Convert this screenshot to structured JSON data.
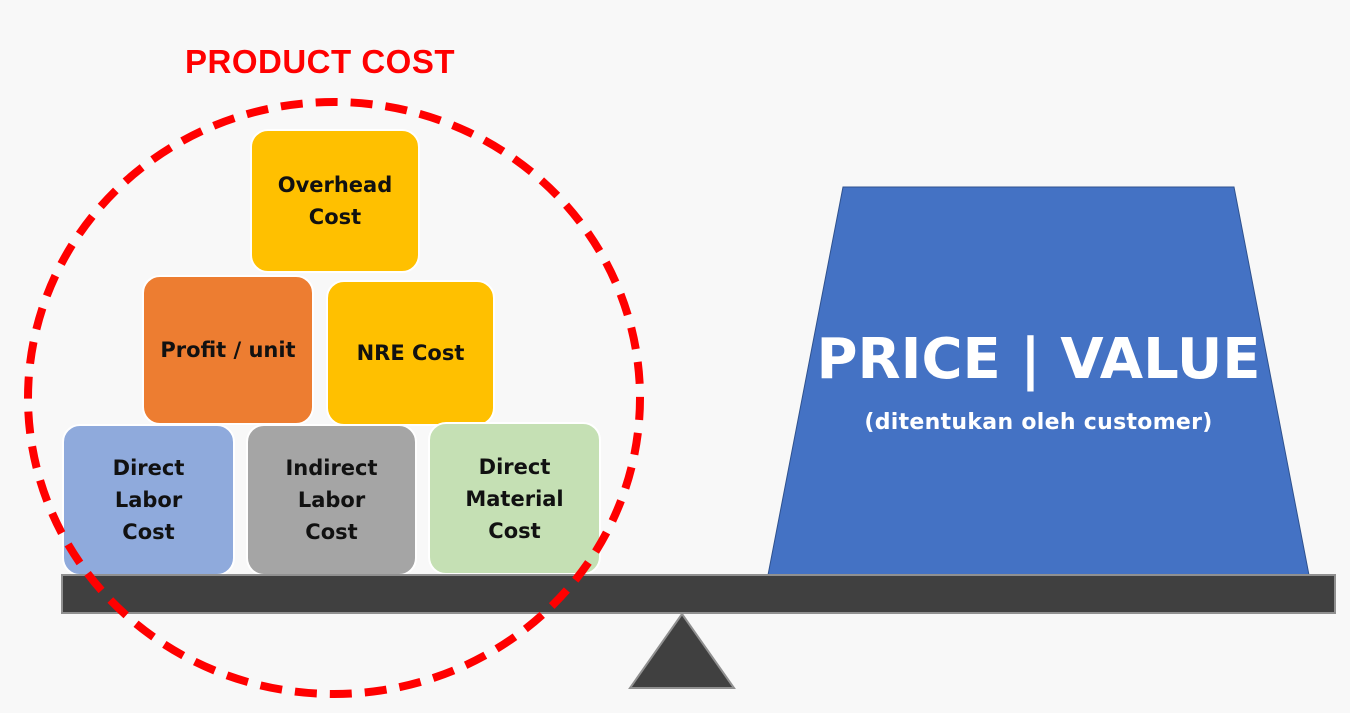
{
  "product_cost": {
    "title": "PRODUCT COST",
    "title_color": "#ff0000",
    "ring_color": "#ff0000"
  },
  "blocks": {
    "overhead": {
      "lines": [
        "Overhead",
        "Cost"
      ],
      "color": "#ffc000"
    },
    "profit": {
      "lines": [
        "Profit / unit"
      ],
      "color": "#ed7d31"
    },
    "nre": {
      "lines": [
        "NRE Cost"
      ],
      "color": "#ffc000"
    },
    "direct_labor": {
      "lines": [
        "Direct",
        "Labor",
        "Cost"
      ],
      "color": "#8faadc"
    },
    "indirect_labor": {
      "lines": [
        "Indirect",
        "Labor",
        "Cost"
      ],
      "color": "#a5a5a5"
    },
    "direct_material": {
      "lines": [
        "Direct",
        "Material",
        "Cost"
      ],
      "color": "#c5e0b4"
    }
  },
  "price_value": {
    "title": "PRICE | VALUE",
    "subtitle": "(ditentukan oleh customer)",
    "color": "#4472c4"
  },
  "scale": {
    "beam_color": "#404040",
    "fulcrum_color": "#404040"
  }
}
